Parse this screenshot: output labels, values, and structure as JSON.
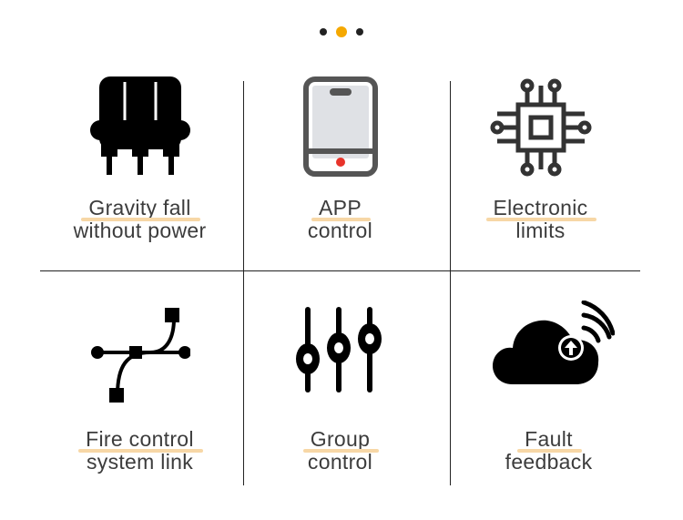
{
  "pagination": {
    "count": 3,
    "active_index": 1,
    "active_color": "#f5a800",
    "inactive_color": "#222222"
  },
  "accent_underline_color": "#f7d7a6",
  "features": [
    {
      "icon": "motor-plug-icon",
      "line1": "Gravity fall",
      "line2": "without power"
    },
    {
      "icon": "smartphone-icon",
      "line1": "APP",
      "line2": "control"
    },
    {
      "icon": "chip-icon",
      "line1": "Electronic",
      "line2": "limits"
    },
    {
      "icon": "bezier-path-icon",
      "line1": "Fire control",
      "line2": "system link"
    },
    {
      "icon": "sliders-icon",
      "line1": "Group",
      "line2": "control"
    },
    {
      "icon": "cloud-upload-wifi-icon",
      "line1": "Fault",
      "line2": "feedback"
    }
  ]
}
